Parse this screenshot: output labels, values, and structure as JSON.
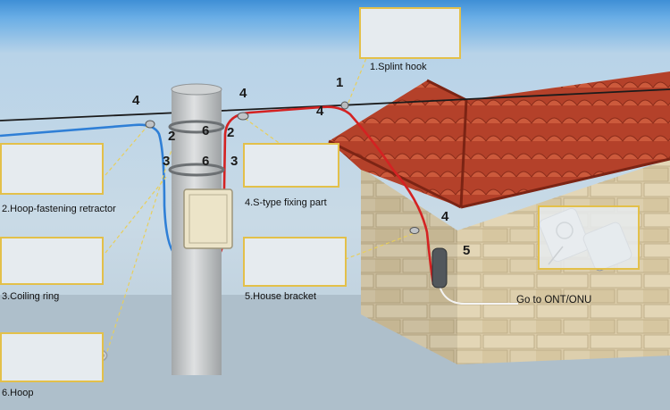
{
  "callouts": {
    "splint_hook": "1.Splint hook",
    "hoop_retractor": "2.Hoop-fastening retractor",
    "coiling_ring": "3.Coiling ring",
    "s_type": "4.S-type fixing part",
    "house_bracket": "5.House bracket",
    "hoop": "6.Hoop"
  },
  "markers": {
    "m4_left": "4",
    "m2_left": "2",
    "m6_top": "6",
    "m4_mid": "4",
    "m2_right": "2",
    "m3_left": "3",
    "m6_low": "6",
    "m3_right": "3",
    "m1": "1",
    "m4_roof": "4",
    "m4_wall": "4",
    "m5": "5"
  },
  "ont_label": "Go to ONT/ONU",
  "colors": {
    "callout_border": "#e3c04a",
    "cable_red": "#d42222",
    "cable_blue": "#2f7fd6",
    "roof_tile": "#b8442c",
    "wall_stone": "#d9c9a3"
  }
}
